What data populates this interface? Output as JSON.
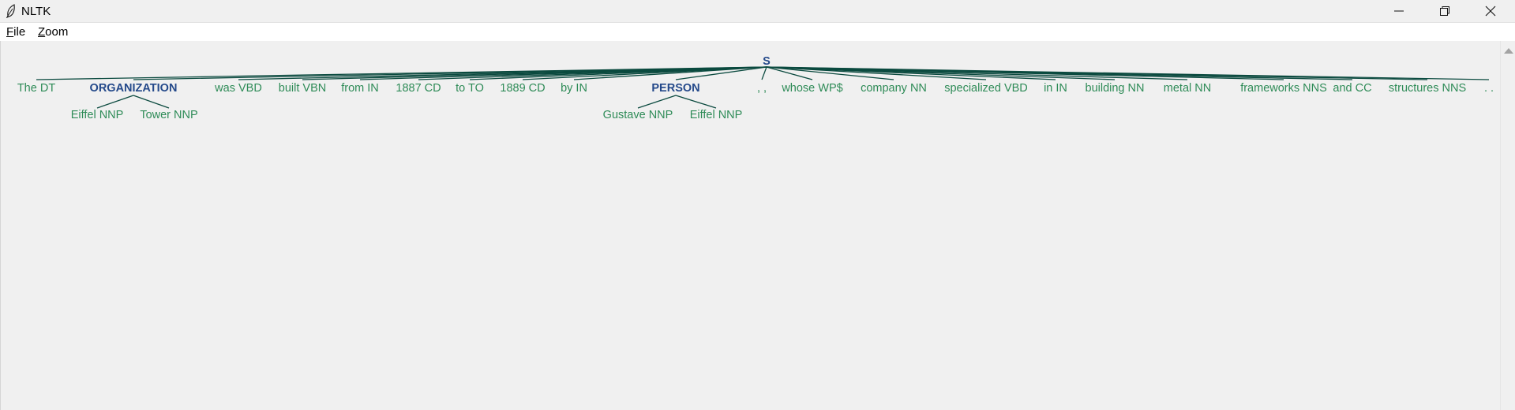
{
  "window": {
    "title": "NLTK",
    "icon": "feather-icon"
  },
  "menu": {
    "items": [
      {
        "mnemonic": "F",
        "rest": "ile"
      },
      {
        "mnemonic": "Z",
        "rest": "oom"
      }
    ]
  },
  "tree": {
    "root": "S",
    "nodes": {
      "organization": {
        "label": "ORGANIZATION",
        "children": [
          "Eiffel NNP",
          "Tower NNP"
        ]
      },
      "person": {
        "label": "PERSON",
        "children": [
          "Gustave NNP",
          "Eiffel NNP"
        ]
      }
    },
    "tokens": [
      "The DT",
      "ORGANIZATION",
      "was VBD",
      "built VBN",
      "from IN",
      "1887 CD",
      "to TO",
      "1889 CD",
      "by IN",
      "PERSON",
      ", ,",
      "whose WP$",
      "company NN",
      "specialized VBD",
      "in IN",
      "building NN",
      "metal NN",
      "frameworks NNS",
      "and CC",
      "structures NNS",
      ". ."
    ]
  },
  "colors": {
    "leaf": "#2e8b57",
    "node": "#24498a",
    "edge": "#0b4a3f"
  }
}
